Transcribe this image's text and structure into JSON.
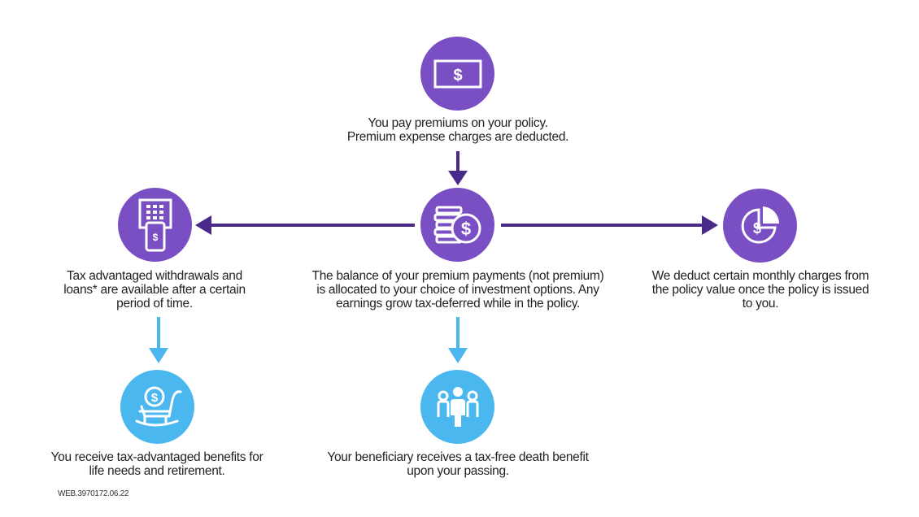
{
  "colors": {
    "purple": "#7b4fc4",
    "dark_arrow": "#4a2a88",
    "light_arrow": "#4ab8ee",
    "blue": "#4ab8ee"
  },
  "nodes": {
    "premium": {
      "icon": "dollar-bill-icon",
      "lines": [
        "You pay premiums on your policy.",
        "Premium expense charges are deducted."
      ]
    },
    "balance": {
      "icon": "coins-dollar-icon",
      "lines": [
        "The balance of your premium payments (not premium)",
        "is allocated to your choice of investment options. Any",
        "earnings grow tax-deferred while in the policy."
      ]
    },
    "withdrawals": {
      "icon": "atm-icon",
      "lines": [
        "Tax advantaged withdrawals and",
        "loans* are available after a certain",
        "period of time."
      ]
    },
    "charges": {
      "icon": "pie-chart-dollar-icon",
      "lines": [
        "We deduct certain monthly charges from",
        "the policy value once the policy is issued",
        "to you."
      ]
    },
    "retirement": {
      "icon": "rocking-chair-icon",
      "lines": [
        "You receive tax-advantaged benefits for",
        "life needs and retirement."
      ]
    },
    "beneficiary": {
      "icon": "family-icon",
      "lines": [
        "Your beneficiary receives a tax-free death benefit",
        "upon your passing."
      ]
    }
  },
  "footer": "WEB.3970172.06.22"
}
